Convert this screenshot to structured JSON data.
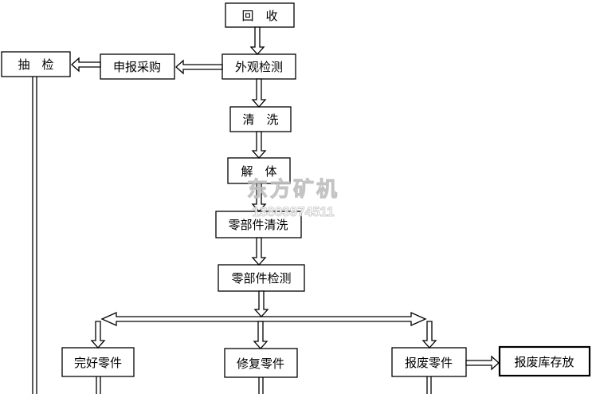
{
  "nodes": {
    "recycle": "回　收",
    "appearance_check": "外观检测",
    "purchase_request": "申报采购",
    "sampling": "抽　检",
    "cleaning": "清　洗",
    "disassembly": "解　体",
    "parts_cleaning": "零部件清洗",
    "parts_check": "零部件检测",
    "good_parts": "完好零件",
    "repair_parts": "修复零件",
    "scrap_parts": "报废零件",
    "scrap_storage": "报废库存放"
  },
  "watermark": {
    "name": "东方矿机",
    "phone": "13803974511"
  },
  "colors": {
    "line": "#000000",
    "box_fill": "#ffffff",
    "watermark": "#c8c8c8"
  }
}
